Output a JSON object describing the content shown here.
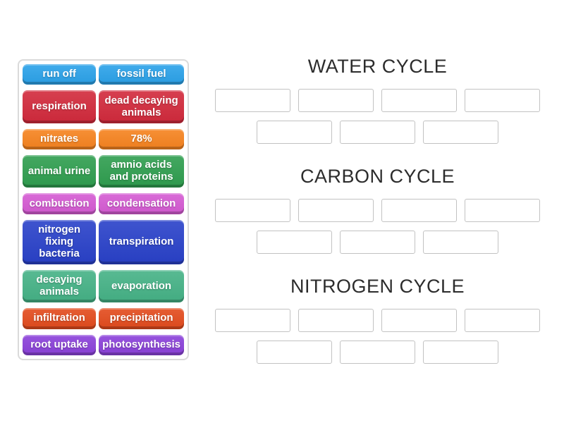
{
  "page": {
    "background": "#ffffff"
  },
  "word_bank": {
    "tiles": [
      {
        "label": "run off",
        "color": "#2ba2e9"
      },
      {
        "label": "fossil fuel",
        "color": "#2ba2e9"
      },
      {
        "label": "respiration",
        "color": "#d22a3c"
      },
      {
        "label": "dead decaying animals",
        "color": "#d22a3c"
      },
      {
        "label": "nitrates",
        "color": "#f6831f"
      },
      {
        "label": "78%",
        "color": "#f6831f"
      },
      {
        "label": "animal urine",
        "color": "#2f9e4f"
      },
      {
        "label": "amnio acids and proteins",
        "color": "#2f9e4f"
      },
      {
        "label": "combustion",
        "color": "#d55bd3"
      },
      {
        "label": "condensation",
        "color": "#d55bd3"
      },
      {
        "label": "nitrogen fixing bacteria",
        "color": "#2941c9"
      },
      {
        "label": "transpiration",
        "color": "#2941c9"
      },
      {
        "label": "decaying animals",
        "color": "#45b286"
      },
      {
        "label": "evaporation",
        "color": "#45b286"
      },
      {
        "label": "infiltration",
        "color": "#e34b1d"
      },
      {
        "label": "precipitation",
        "color": "#e34b1d"
      },
      {
        "label": "root uptake",
        "color": "#8b41da"
      },
      {
        "label": "photosynthesis",
        "color": "#8b41da"
      }
    ]
  },
  "groups": [
    {
      "title": "WATER CYCLE",
      "slot_rows": [
        4,
        3
      ]
    },
    {
      "title": "CARBON CYCLE",
      "slot_rows": [
        4,
        3
      ]
    },
    {
      "title": "NITROGEN CYCLE",
      "slot_rows": [
        4,
        3
      ]
    }
  ]
}
